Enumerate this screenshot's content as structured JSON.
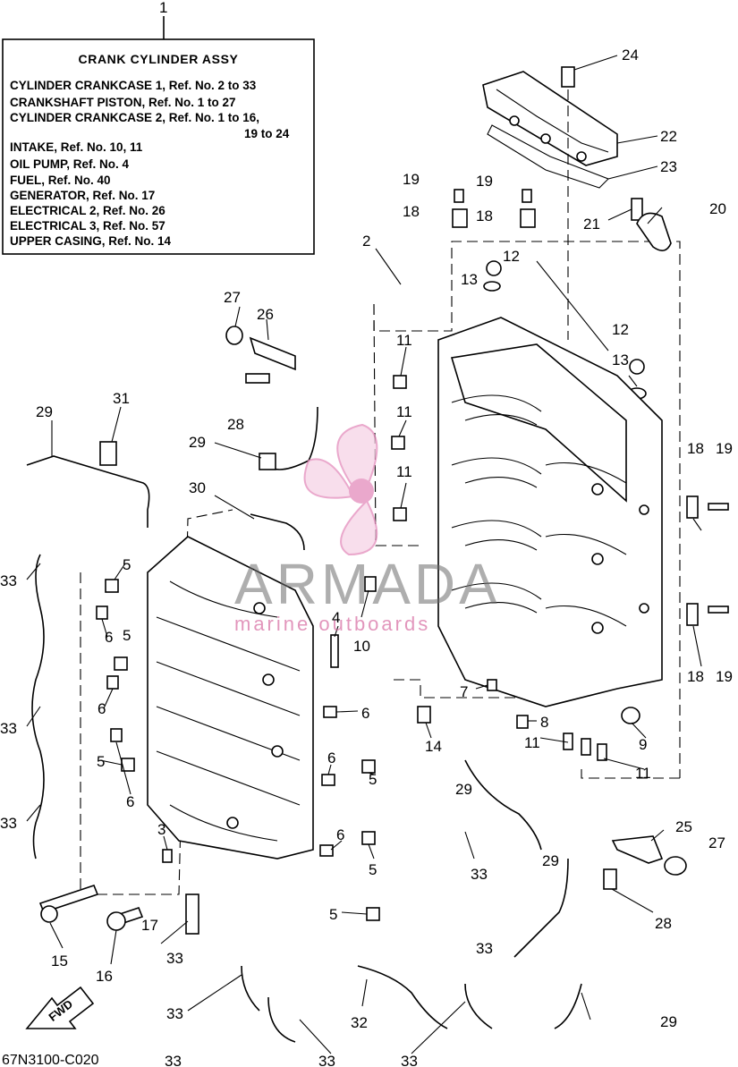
{
  "reference_box": {
    "number": "1",
    "title": "CRANK CYLINDER ASSY",
    "lines": [
      "CYLINDER CRANKCASE 1, Ref. No. 2 to 33",
      "CRANKSHAFT PISTON,      Ref. No. 1 to 27",
      "CYLINDER CRANKCASE 2, Ref. No. 1 to 16,",
      "19 to 24",
      "INTAKE,     Ref. No. 10, 11",
      "OIL PUMP, Ref. No. 4",
      "FUEL,         Ref. No. 40",
      "GENERATOR, Ref. No. 17",
      "ELECTRICAL 2,   Ref. No. 26",
      "ELECTRICAL 3,   Ref. No. 57",
      "UPPER CASING, Ref. No. 14"
    ]
  },
  "callouts": [
    "24",
    "22",
    "23",
    "19",
    "19",
    "21",
    "20",
    "18",
    "18",
    "2",
    "12",
    "13",
    "12",
    "13",
    "27",
    "26",
    "11",
    "11",
    "11",
    "28",
    "31",
    "29",
    "29",
    "30",
    "18",
    "19",
    "18",
    "19",
    "33",
    "5",
    "6",
    "5",
    "6",
    "33",
    "5",
    "6",
    "4",
    "10",
    "7",
    "8",
    "9",
    "11",
    "11",
    "14",
    "29",
    "6",
    "5",
    "6",
    "33",
    "3",
    "6",
    "5",
    "25",
    "27",
    "28",
    "29",
    "33",
    "5",
    "33",
    "17",
    "33",
    "16",
    "15",
    "33",
    "32",
    "33",
    "33",
    "33",
    "29"
  ],
  "watermark": {
    "brand": "ARMADA",
    "tagline": "marine outboards"
  },
  "fwd_label": "FWD",
  "diagram_code": "67N3100-C020",
  "colors": {
    "ink": "#000000",
    "paper": "#ffffff",
    "watermark_pink": "#e38bbb",
    "watermark_gray": "#6b6b6b"
  }
}
